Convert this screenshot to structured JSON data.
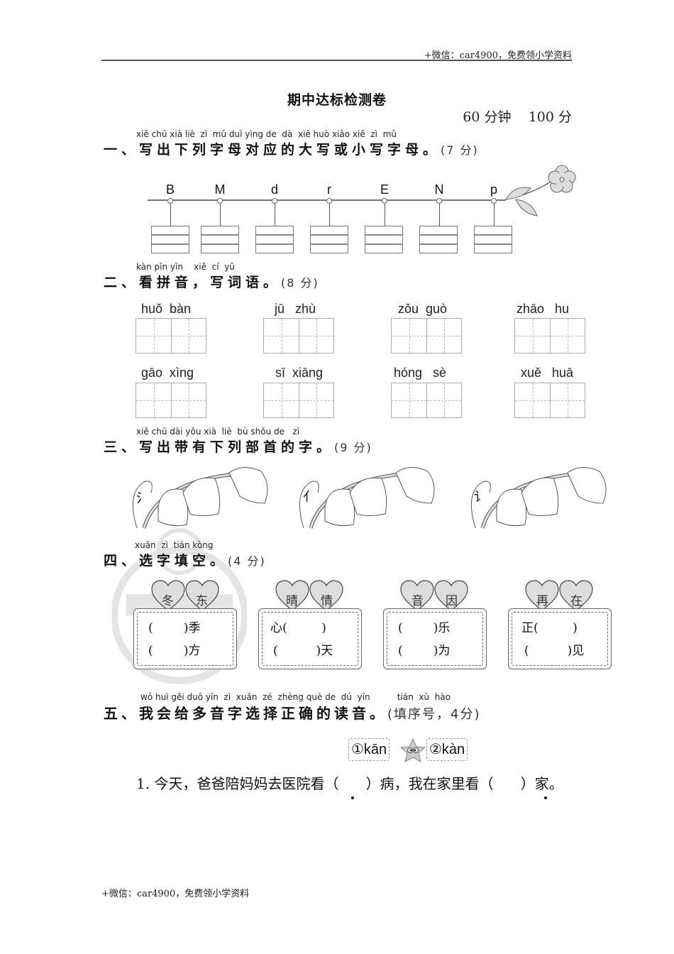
{
  "header": {
    "note": "+微信：car4900，免费领小学资料"
  },
  "footer": {
    "note": "+微信：car4900，免费领小学资料"
  },
  "title": "期中达标检测卷",
  "time_limit": "60 分钟",
  "total_score": "100 分",
  "sections": [
    {
      "pinyin": "xiě chū xià liè  zì  mǔ duì yìng de  dà  xiě huò xiǎo xiě  zì  mǔ",
      "heading": "一、写出下列字母对应的大写或小写字母。",
      "points": "(7 分)",
      "letters": [
        "B",
        "M",
        "d",
        "r",
        "E",
        "N",
        "p"
      ]
    },
    {
      "pinyin": "kàn pīn yīn    xiě  cí  yǔ",
      "heading": "二、看拼音，写词语。",
      "points": "(8 分)",
      "words": [
        "huǒ  bàn",
        "jū   zhù",
        "zǒu  guò",
        "zhāo   hu",
        "gāo  xìng",
        "sī  xiāng",
        "hóng   sè",
        "xuě   huā"
      ]
    },
    {
      "pinyin": "xiě chū dài yǒu xià  liè  bù shǒu de   zì",
      "heading": "三、写出带有下列部首的字。",
      "points": "(9 分)",
      "radicals": [
        "氵",
        "亻",
        "讠"
      ]
    },
    {
      "pinyin": "xuǎn  zì  tián kòng",
      "heading": "四、选字填空。",
      "points": "(4 分)",
      "groups": [
        {
          "chars": [
            "冬",
            "东"
          ],
          "lines": [
            "(        )季",
            "(        )方"
          ]
        },
        {
          "chars": [
            "晴",
            "情"
          ],
          "lines": [
            "心(         )",
            "(          )天"
          ]
        },
        {
          "chars": [
            "音",
            "因"
          ],
          "lines": [
            "(        )乐",
            "(        )为"
          ]
        },
        {
          "chars": [
            "再",
            "在"
          ],
          "lines": [
            "正(         )",
            "(          )见"
          ]
        }
      ]
    },
    {
      "pinyin": "wǒ huì gěi duō yīn  zì  xuǎn  zé  zhèng què de  dú  yīn          tián  xù  hào",
      "heading": "五、我会给多音字选择正确的读音。",
      "points": "(填序号，4分)",
      "options": [
        "①kān",
        "②kàn"
      ],
      "sentence": "1. 今天，爸爸陪妈妈去医院看（      ）病，我在家里看（      ）家。"
    }
  ]
}
